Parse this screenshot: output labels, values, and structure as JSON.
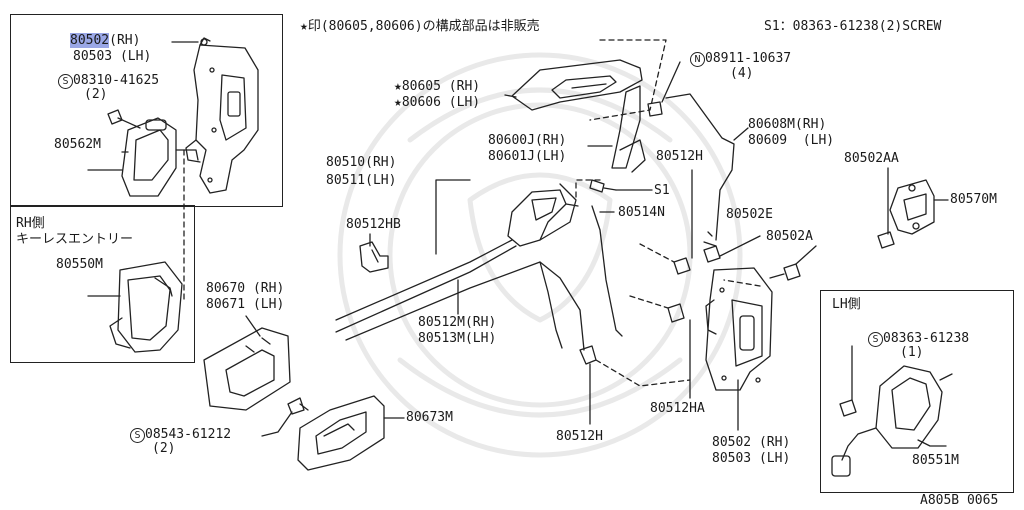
{
  "header": {
    "note": "★印(80605,80606)の構成部品は非販売",
    "screw_spec": "S1：08363-61238(2)SCREW"
  },
  "footer": {
    "diagram_code": "A805B 0065"
  },
  "panels": {
    "rh_side_title": "RH側",
    "rh_side_subtitle": "キーレスエントリー",
    "lh_side_title": "LH側"
  },
  "labels": {
    "p80502": "80502",
    "p80502_suffix": "(RH)",
    "p80503": "80503 (LH)",
    "s08310": "08310-41625",
    "s08310_qty": "(2)",
    "p80562m": "80562M",
    "p80550m": "80550M",
    "p80605": "★80605 (RH)",
    "p80606": "★80606 (LH)",
    "n08911": "08911-10637",
    "n08911_qty": "(4)",
    "p80600j": "80600J(RH)",
    "p80601j": "80601J(LH)",
    "p80608m": "80608M(RH)",
    "p80609": "80609  (LH)",
    "p80512h_top": "80512H",
    "s1": "S1",
    "p80510": "80510(RH)",
    "p80511": "80511(LH)",
    "p80514n": "80514N",
    "p80512hb": "80512HB",
    "p80502aa": "80502AA",
    "p80570m": "80570M",
    "p80502e": "80502E",
    "p80502a": "80502A",
    "p80670": "80670 (RH)",
    "p80671": "80671 (LH)",
    "p80512m": "80512M(RH)",
    "p80513m": "80513M(LH)",
    "s08543": "08543-61212",
    "s08543_qty": "(2)",
    "p80673m": "80673M",
    "p80512h_bottom": "80512H",
    "p80512ha": "80512HA",
    "p80502_lower": "80502 (RH)",
    "p80503_lower": "80503 (LH)",
    "s08363": "08363-61238",
    "s08363_qty": "(1)",
    "p80551m": "80551M",
    "s_circle": "S",
    "n_circle": "N"
  }
}
